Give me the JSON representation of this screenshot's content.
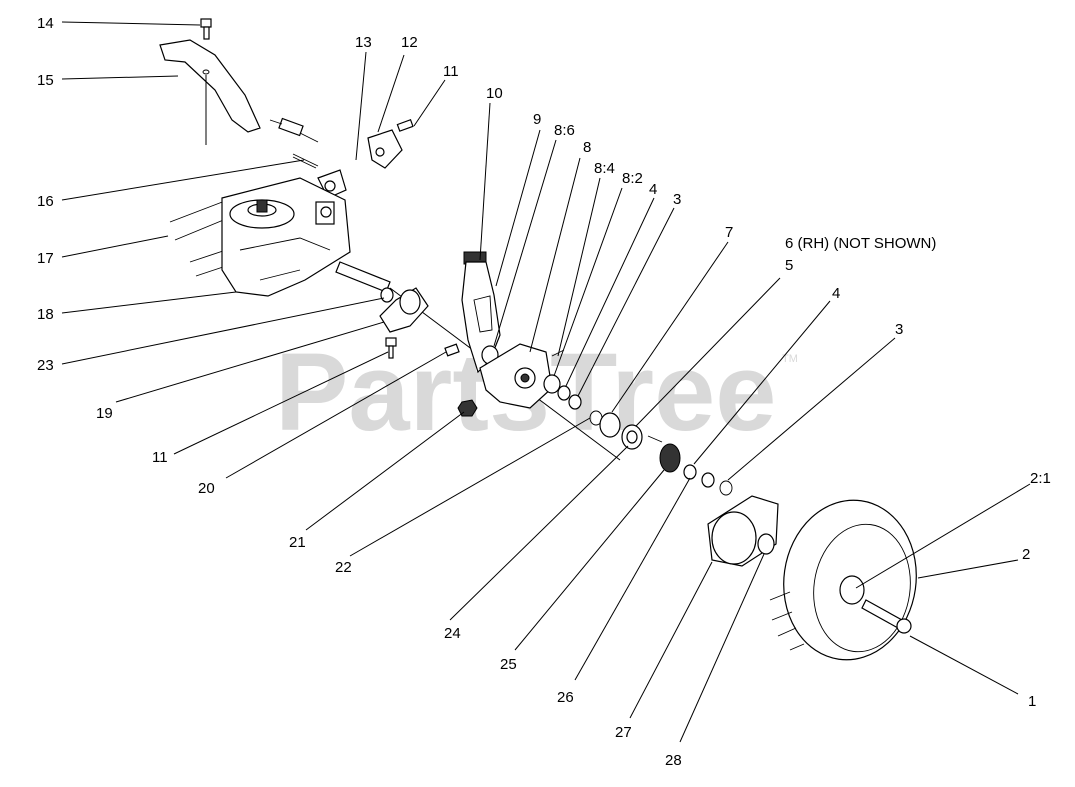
{
  "watermark": {
    "text": "PartsTree",
    "trademark": "TM"
  },
  "callouts": [
    {
      "id": "c14",
      "text": "14"
    },
    {
      "id": "c15",
      "text": "15"
    },
    {
      "id": "c13",
      "text": "13"
    },
    {
      "id": "c12",
      "text": "12"
    },
    {
      "id": "c11a",
      "text": "11"
    },
    {
      "id": "c10",
      "text": "10"
    },
    {
      "id": "c9",
      "text": "9"
    },
    {
      "id": "c86",
      "text": "8:6"
    },
    {
      "id": "c8",
      "text": "8"
    },
    {
      "id": "c84",
      "text": "8:4"
    },
    {
      "id": "c82",
      "text": "8:2"
    },
    {
      "id": "c4a",
      "text": "4"
    },
    {
      "id": "c3a",
      "text": "3"
    },
    {
      "id": "c7",
      "text": "7"
    },
    {
      "id": "c6",
      "text": "6 (RH)  (NOT SHOWN)"
    },
    {
      "id": "c5",
      "text": "5"
    },
    {
      "id": "c4b",
      "text": "4"
    },
    {
      "id": "c3b",
      "text": "3"
    },
    {
      "id": "c16",
      "text": "16"
    },
    {
      "id": "c17",
      "text": "17"
    },
    {
      "id": "c18",
      "text": "18"
    },
    {
      "id": "c23",
      "text": "23"
    },
    {
      "id": "c19",
      "text": "19"
    },
    {
      "id": "c11b",
      "text": "11"
    },
    {
      "id": "c20",
      "text": "20"
    },
    {
      "id": "c21",
      "text": "21"
    },
    {
      "id": "c22",
      "text": "22"
    },
    {
      "id": "c24",
      "text": "24"
    },
    {
      "id": "c25",
      "text": "25"
    },
    {
      "id": "c26",
      "text": "26"
    },
    {
      "id": "c27",
      "text": "27"
    },
    {
      "id": "c28",
      "text": "28"
    },
    {
      "id": "c21b",
      "text": "2:1"
    },
    {
      "id": "c2",
      "text": "2"
    },
    {
      "id": "c1",
      "text": "1"
    }
  ]
}
